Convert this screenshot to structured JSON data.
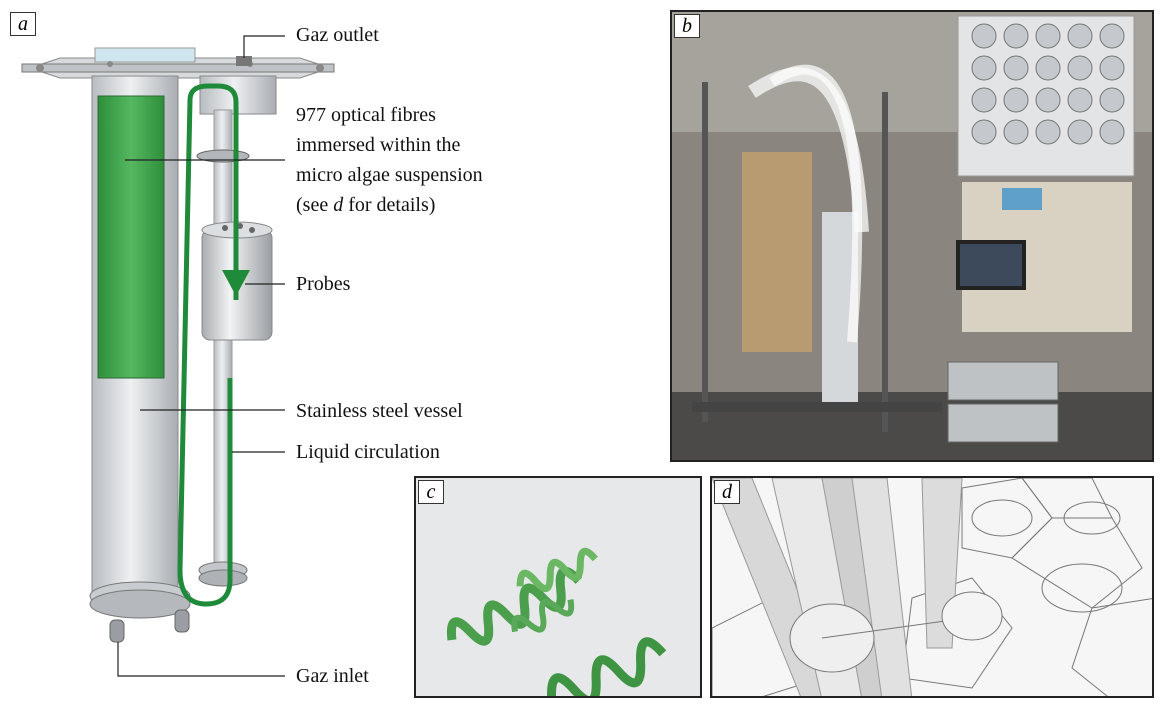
{
  "panels": {
    "a": "a",
    "b": "b",
    "c": "c",
    "d": "d"
  },
  "labels": {
    "gaz_outlet": "Gaz outlet",
    "fibres_line1": "977 optical fibres",
    "fibres_line2": "immersed within the",
    "fibres_line3": "micro algae suspension",
    "fibres_line4_pre": "(see ",
    "fibres_line4_ref": "d",
    "fibres_line4_post": " for details)",
    "probes": "Probes",
    "vessel": "Stainless steel vessel",
    "liquid": "Liquid circulation",
    "gaz_inlet": "Gaz inlet"
  },
  "colors": {
    "algae_green": "#3fa64a",
    "arrow_green": "#1f8a3a",
    "steel": "#c9cdd1"
  }
}
